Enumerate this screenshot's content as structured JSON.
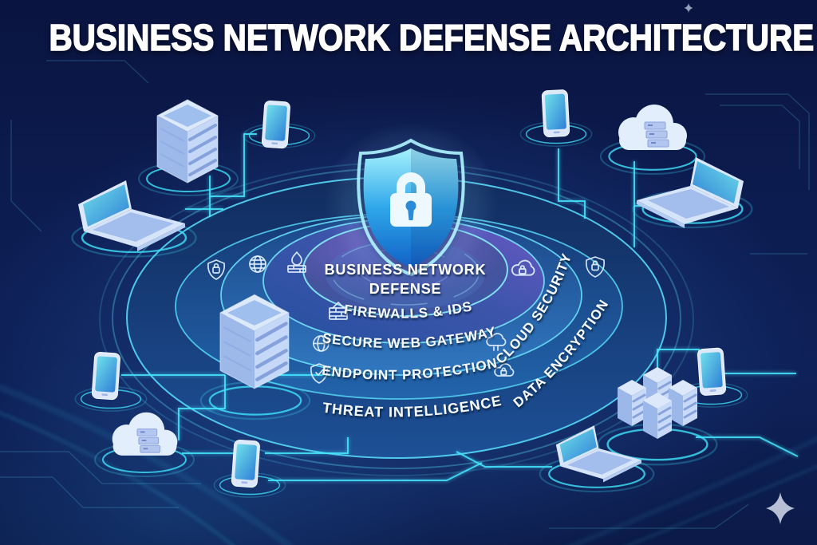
{
  "title": "BUSINESS NETWORK DEFENSE ARCHITECTURE",
  "center_label": {
    "line1": "BUSINESS NETWORK",
    "line2": "DEFENSE"
  },
  "layers": {
    "firewalls": "FIREWALLS & IDS",
    "gateway": "SECURE WEB GATEWAY",
    "endpoint": "ENDPOINT PROTECTION",
    "threat": "THREAT INTELLIGENCE",
    "cloud": "CLOUD SECURITY",
    "encryption": "DATA ENCRYPTION"
  },
  "icons": {
    "center": "shield-lock",
    "ring_markers": [
      "shield-lock",
      "globe",
      "firewall-flame",
      "cloud-lock",
      "shield-lock",
      "firewall-bricks",
      "globe",
      "shield-check",
      "cloud-upload",
      "cloud-lock"
    ],
    "corner": "sparkle"
  },
  "devices": {
    "top_left": [
      "laptop",
      "server-rack",
      "smartphone"
    ],
    "top_right": [
      "smartphone",
      "cloud-server",
      "laptop"
    ],
    "middle_left": [
      "server-rack"
    ],
    "bottom_left": [
      "smartphone",
      "cloud-server",
      "smartphone"
    ],
    "bottom_right": [
      "laptop",
      "server-cluster",
      "smartphone"
    ]
  },
  "colors": {
    "background": "#0b1a4a",
    "accent_cyan": "#45e8ff",
    "ring_blue": "#1d4f96",
    "ring_purple": "#6156b6",
    "shield_fill": "#2fa7ea",
    "device_fill": "#cfe0f8",
    "label_text": "#f4f9ff"
  }
}
